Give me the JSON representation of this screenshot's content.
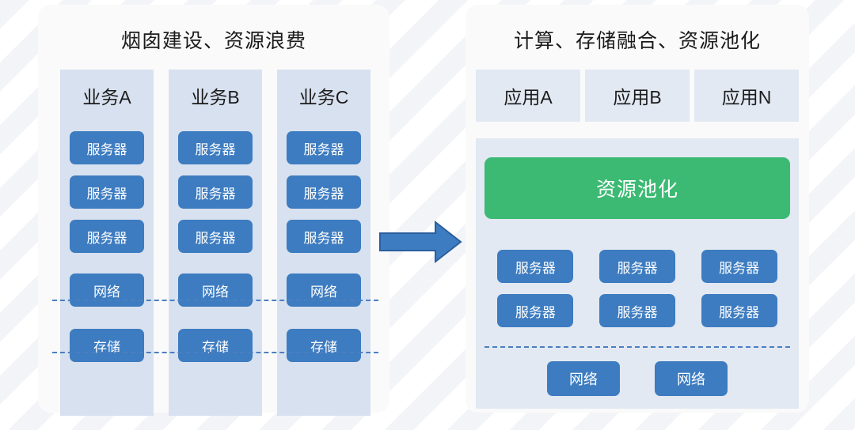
{
  "left_panel": {
    "title": "烟囱建设、资源浪费",
    "columns": [
      {
        "name": "业务A",
        "servers": [
          "服务器",
          "服务器",
          "服务器"
        ],
        "network": "网络",
        "storage": "存储"
      },
      {
        "name": "业务B",
        "servers": [
          "服务器",
          "服务器",
          "服务器"
        ],
        "network": "网络",
        "storage": "存储"
      },
      {
        "name": "业务C",
        "servers": [
          "服务器",
          "服务器",
          "服务器"
        ],
        "network": "网络",
        "storage": "存储"
      }
    ]
  },
  "arrow": {
    "direction": "right",
    "fill": "#3d7cc0",
    "stroke": "#2a5f9e"
  },
  "right_panel": {
    "title": "计算、存储融合、资源池化",
    "apps": [
      "应用A",
      "应用B",
      "应用N"
    ],
    "pool_banner": "资源池化",
    "servers": [
      "服务器",
      "服务器",
      "服务器",
      "服务器",
      "服务器",
      "服务器"
    ],
    "networks": [
      "网络",
      "网络"
    ]
  },
  "colors": {
    "page_background": "#ffffff",
    "card_background": "#fafafb",
    "column_background": "#d8e1ef",
    "app_box_background": "#e2e9f2",
    "chip_blue": "#3d7cc0",
    "pool_green": "#3cba73",
    "dashed_line": "#4a7fc1",
    "title_text": "#1b1b1b"
  }
}
